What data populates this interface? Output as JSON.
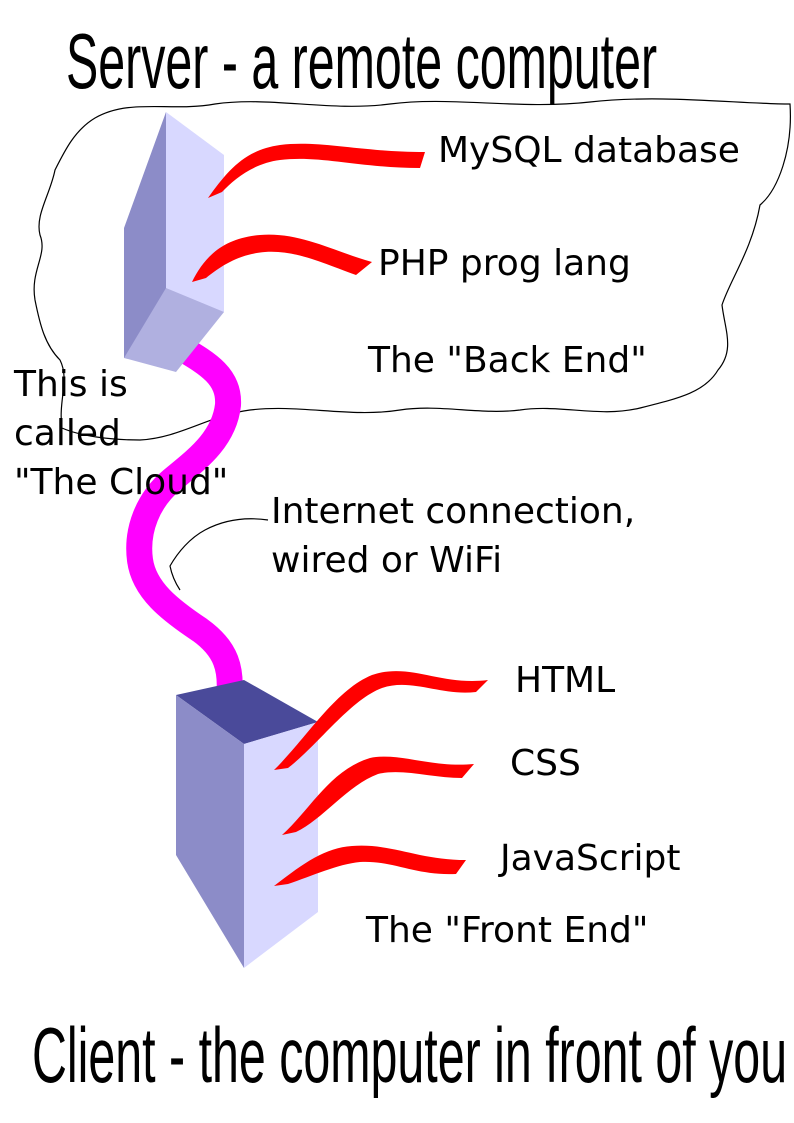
{
  "title_top": "Server - a remote computer",
  "title_bottom": "Client - the computer in front of you",
  "server": {
    "items": [
      {
        "label": "MySQL database"
      },
      {
        "label": "PHP prog lang"
      }
    ],
    "caption": "The \"Back End\""
  },
  "cloud_note": {
    "line1": "This is",
    "line2": "called",
    "line3": "\"The Cloud\""
  },
  "connection": {
    "line1": "Internet connection,",
    "line2": "wired or WiFi"
  },
  "client": {
    "items": [
      {
        "label": "HTML"
      },
      {
        "label": "CSS"
      },
      {
        "label": "JavaScript"
      }
    ],
    "caption": "The \"Front End\""
  },
  "colors": {
    "ribbon": "#ff0000",
    "cable": "#ff00ff",
    "box_light": "#d8d8ff",
    "box_mid": "#8c8cc8",
    "box_dark": "#4a4a9a"
  }
}
